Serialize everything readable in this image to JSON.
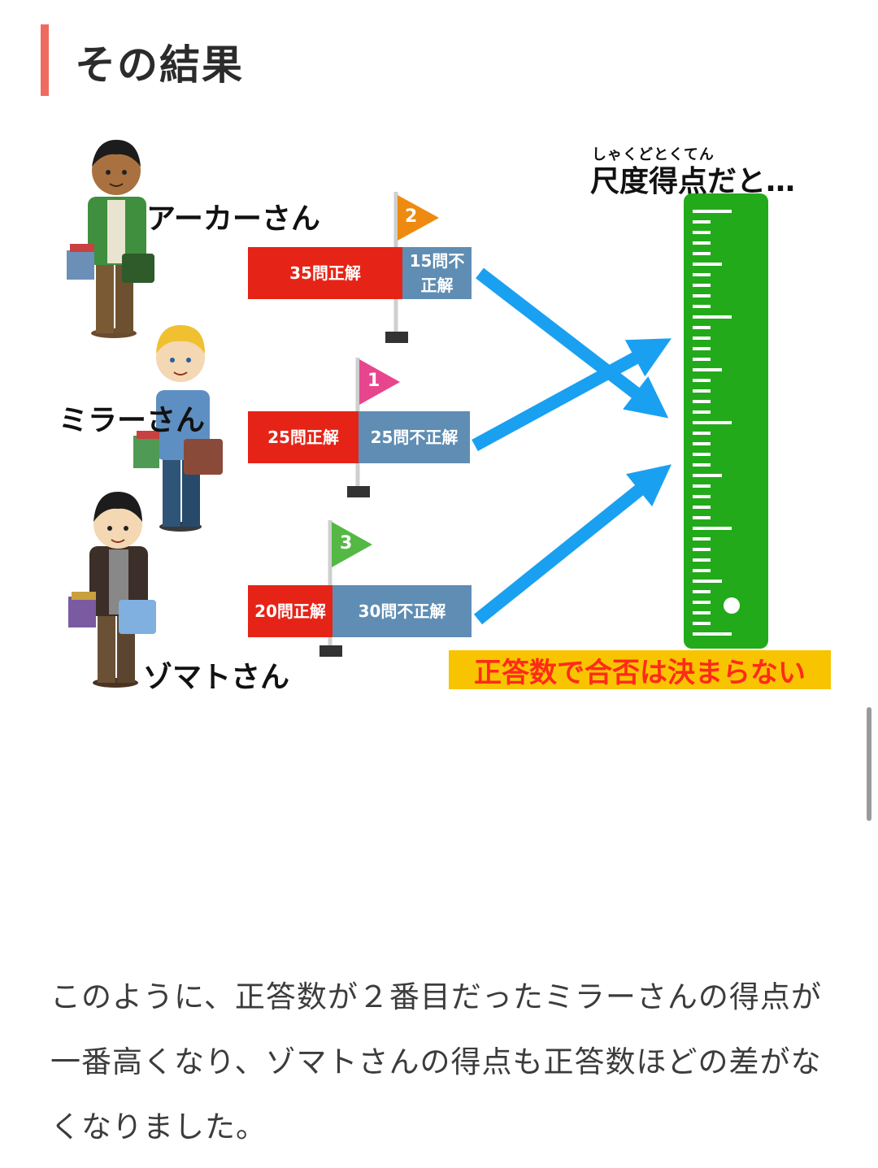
{
  "heading": "その結果",
  "people": [
    {
      "name": "アーカーさん",
      "correct_label": "35問正解",
      "wrong_label": "15問不正解",
      "flag_rank": "2"
    },
    {
      "name": "ミラーさん",
      "correct_label": "25問正解",
      "wrong_label": "25問不正解",
      "flag_rank": "1"
    },
    {
      "name": "ゾマトさん",
      "correct_label": "20問正解",
      "wrong_label": "30問不正解",
      "flag_rank": "3"
    }
  ],
  "ruler": {
    "ruby": "しゃくどとくてん",
    "title": "尺度得点だと…"
  },
  "banner": "正答数で合否は決まらない",
  "paragraph": "このように、正答数が２番目だったミラーさんの得点が一番高くなり、ゾマトさんの得点も正答数ほどの差がなくなりました。",
  "colors": {
    "accent_bar": "#f06a60",
    "correct": "#e52417",
    "wrong": "#5f8db3",
    "ruler": "#22aa1a",
    "arrow": "#1aa0f0",
    "banner_bg": "#f8c400",
    "banner_text": "#ff2a1a",
    "flag_1": "#e8458f",
    "flag_2": "#ee8a10",
    "flag_3": "#55b845"
  }
}
